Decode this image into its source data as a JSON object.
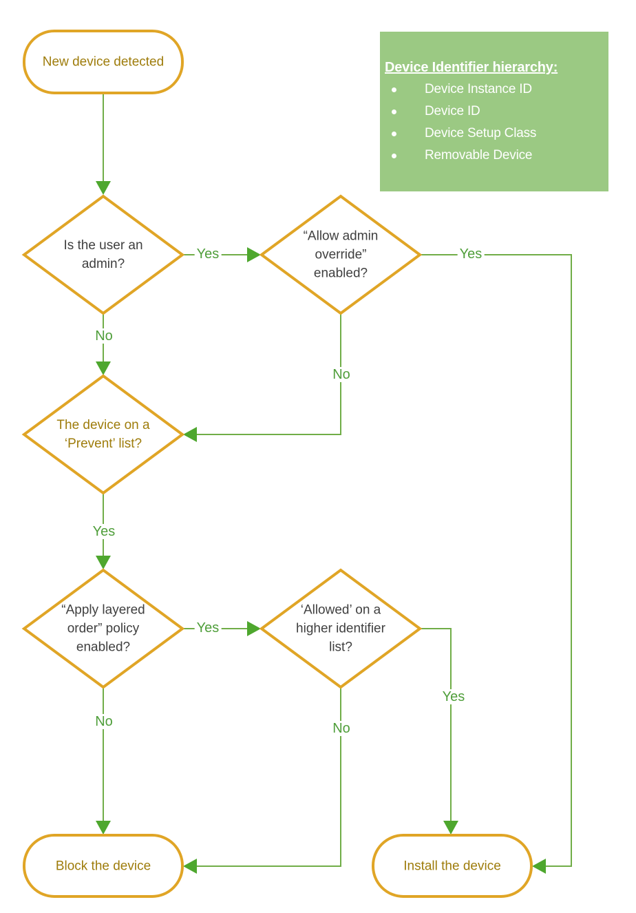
{
  "colors": {
    "shape_border": "#E0A526",
    "connector": "#70AD47",
    "arrowhead": "#4EA72E",
    "label_green": "#4F9E3A",
    "terminal_text": "#9E7C0B",
    "decision_text": "#3F3F3F",
    "info_box_bg": "#9BC983",
    "info_box_text": "#FFFFFF"
  },
  "flowchart": {
    "nodes": {
      "start": {
        "type": "terminal",
        "label": "New device detected"
      },
      "admin": {
        "type": "decision",
        "label": "Is the user an\nadmin?"
      },
      "override": {
        "type": "decision",
        "label": "“Allow admin\noverride”\nenabled?"
      },
      "prevent": {
        "type": "decision",
        "label": "The device on a\n‘Prevent’ list?"
      },
      "layered": {
        "type": "decision",
        "label": "“Apply layered\norder” policy\nenabled?"
      },
      "allowed": {
        "type": "decision",
        "label": "‘Allowed’ on a\nhigher identifier\nlist?"
      },
      "block": {
        "type": "terminal",
        "label": "Block the device"
      },
      "install": {
        "type": "terminal",
        "label": "Install the device"
      }
    },
    "edge_labels": {
      "admin_yes": "Yes",
      "admin_no": "No",
      "override_yes": "Yes",
      "override_no": "No",
      "prevent_yes": "Yes",
      "layered_yes": "Yes",
      "layered_no": "No",
      "allowed_yes": "Yes",
      "allowed_no": "No"
    }
  },
  "info_box": {
    "title": "Device Identifier hierarchy:",
    "items": [
      "Device Instance ID",
      "Device ID",
      "Device Setup Class",
      "Removable Device"
    ]
  }
}
